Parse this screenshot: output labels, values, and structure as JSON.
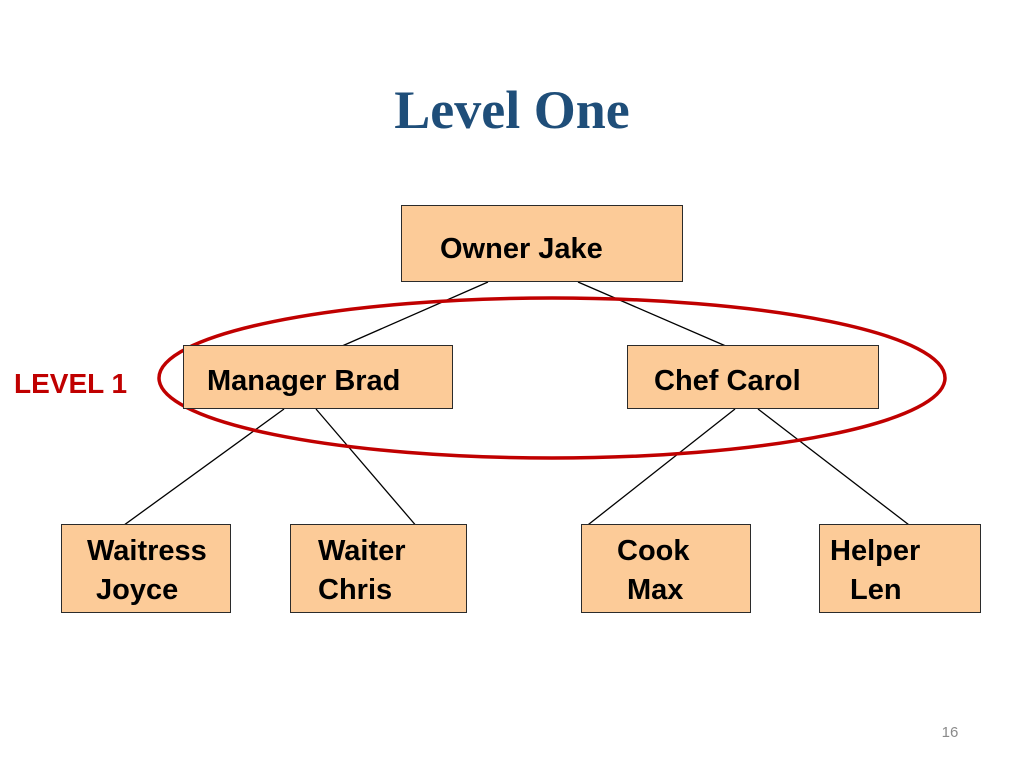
{
  "slide": {
    "title": "Level One",
    "level_label": "LEVEL 1",
    "page_number": "16"
  },
  "org_chart": {
    "owner": {
      "line1": "Owner Jake"
    },
    "manager": {
      "line1": "Manager Brad"
    },
    "chef": {
      "line1": "Chef Carol"
    },
    "waitress": {
      "line1": "Waitress",
      "line2": "Joyce"
    },
    "waiter": {
      "line1": "Waiter",
      "line2": "Chris"
    },
    "cook": {
      "line1": "Cook",
      "line2": "Max"
    },
    "helper": {
      "line1": "Helper",
      "line2": "Len"
    }
  },
  "colors": {
    "title": "#1F4E79",
    "box_fill": "#FCCB98",
    "box_border": "#2b2b2b",
    "highlight": "#C00000",
    "connector": "#000000"
  }
}
